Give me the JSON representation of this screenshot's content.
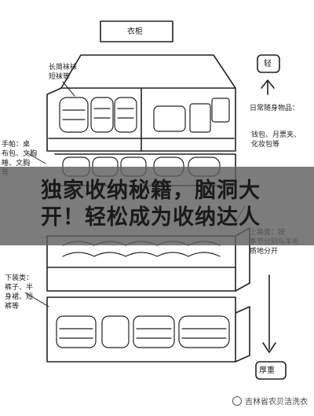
{
  "illustration": {
    "cabinet_label": "衣柜",
    "top_arrow_label": "轻",
    "bottom_arrow_label": "厚重",
    "left_labels": {
      "top_drawer": "长简袜袜\n短袜等",
      "accessories": "手帕：桌\n布包、文胸\n睡、文胸\n等",
      "underwear": "下装类：\n裤子、半\n身裙、短\n裤等"
    },
    "right_labels": {
      "daily": "日常随身物品：",
      "wallet": "钱包、月票夹、\n化妆包等",
      "knit": "上装类：按\n季节分别与羊毛\n质地分开"
    }
  },
  "banner": {
    "title": "独家收纳秘籍，脑洞大开！轻松成为收纳达人"
  },
  "watermark": {
    "text": "吉林省农贝洁洗衣"
  },
  "colors": {
    "line": "#222222",
    "banner_bg": "#5f5f5f",
    "title": "#1a1a1a"
  }
}
